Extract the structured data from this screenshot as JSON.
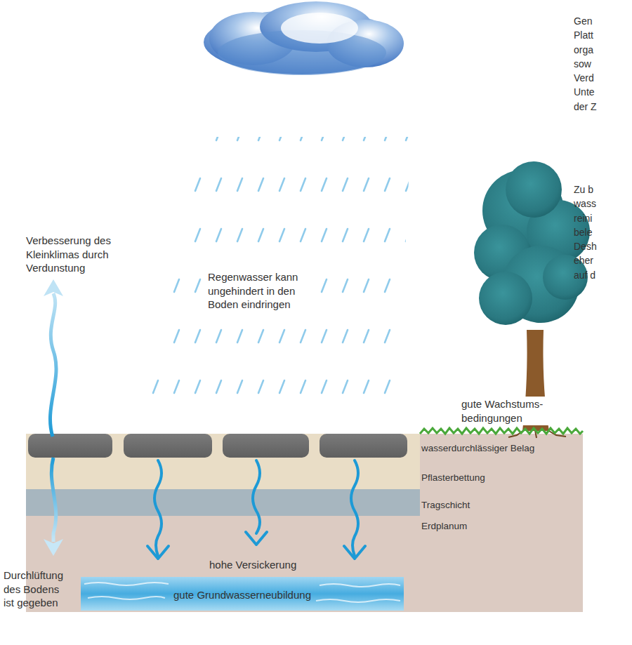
{
  "diagram": {
    "labels": [
      "Verbesserung des Kleinklimas durch Verdunstung",
      "Regenwasser kann ungehindert in den Boden eindringen",
      "gute Wachstums- bedingungen",
      "wasserdurchlässiger Belag",
      "Pflasterbettung",
      "Tragschicht",
      "Erdplanum",
      "hohe Versickerung",
      "gute Grundwasserneubildung",
      "Durchlüftung des Bodens ist gegeben",
      "Gen Platt orga sow Verd Unte der Z",
      "Zu b wass reini bele Desh eher auf d"
    ]
  }
}
